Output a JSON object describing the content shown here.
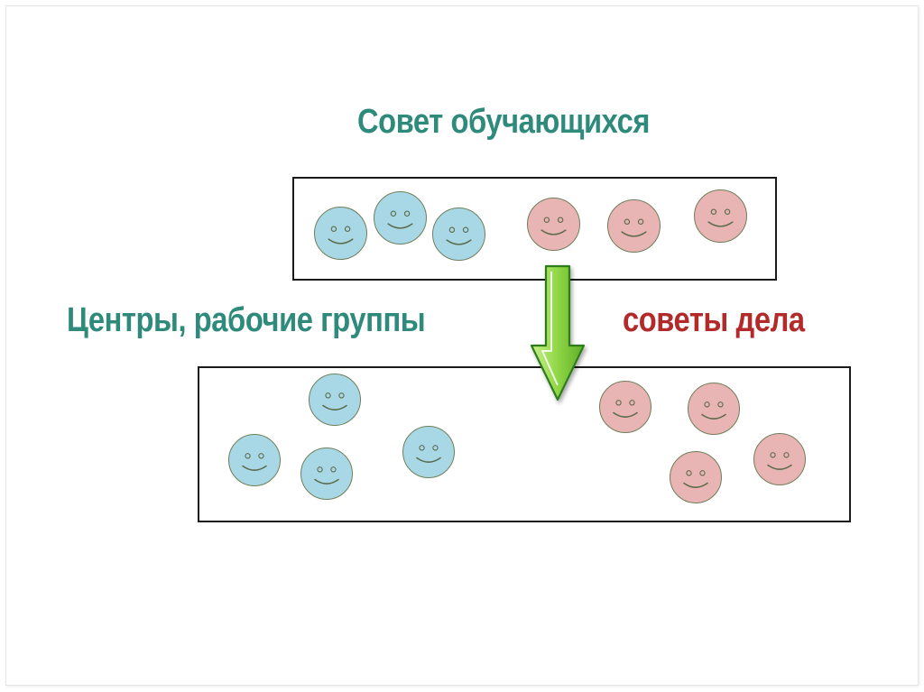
{
  "title": "Совет обучающихся",
  "label_left": "Центры, рабочие группы",
  "label_right": "советы дела",
  "colors": {
    "title": "#2e8a7a",
    "label_left": "#2e8a7a",
    "label_right": "#b22a2a",
    "blue_face": "#a8d8e6",
    "pink_face": "#e8b4b4",
    "face_outline": "#6f7f5a",
    "arrow_fill": "#8fd646",
    "arrow_stroke": "#2f7d1a"
  },
  "icons": {
    "face_blue": "smiley-face-icon",
    "face_pink": "smiley-face-icon",
    "arrow": "arrow-down-icon"
  }
}
